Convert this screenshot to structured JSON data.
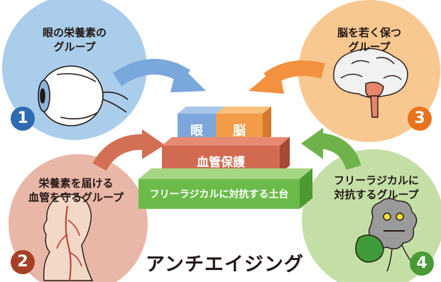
{
  "groups": [
    {
      "label_line1": "眼の栄養素の",
      "label_line2": "グループ",
      "number": "1",
      "color": "#a9cdea",
      "badge_color": "#2e6bb0"
    },
    {
      "label_line1": "栄養素を届ける",
      "label_line2": "血管を守るグループ",
      "number": "2",
      "color": "#e9b7a7",
      "badge_color": "#a73f24"
    },
    {
      "label_line1": "脳を若く保つ",
      "label_line2": "グループ",
      "number": "3",
      "color": "#f8c891",
      "badge_color": "#e9731d"
    },
    {
      "label_line1": "フリーラジカルに",
      "label_line2": "対抗するグループ",
      "number": "4",
      "color": "#c4dfa6",
      "badge_color": "#4a9a36"
    }
  ],
  "blocks": {
    "eye": "眼",
    "brain": "脳",
    "vessel": "血管保護",
    "base": "フリーラジカルに対抗する土台"
  },
  "title": "アンチエイジング"
}
